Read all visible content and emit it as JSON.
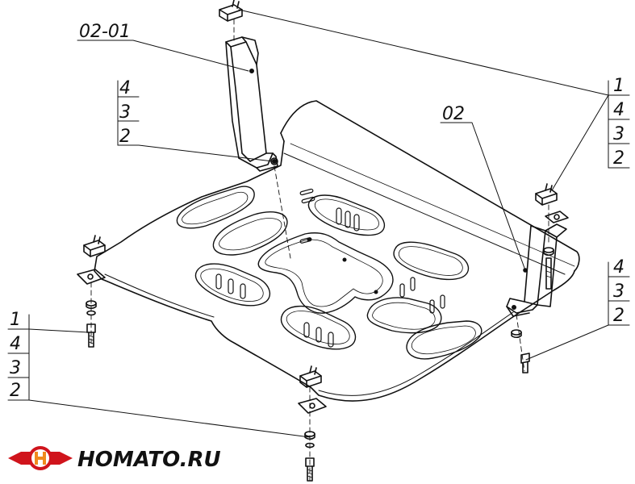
{
  "callouts": {
    "top_left_assembly": "02-01",
    "left_stack_1": "4",
    "left_stack_2": "3",
    "left_stack_3": "2",
    "right_assembly": "02",
    "right_top_1": "1",
    "right_top_2": "4",
    "right_top_3": "3",
    "right_top_4": "2",
    "right_mid_1": "4",
    "right_mid_2": "3",
    "right_mid_3": "2",
    "bottom_left_1": "1",
    "bottom_left_2": "4",
    "bottom_left_3": "3",
    "bottom_left_4": "2"
  },
  "logo": {
    "brand_text": "HOMATO.RU",
    "colors": {
      "red": "#d0141c",
      "orange": "#f08a1d",
      "dark": "#222222"
    }
  }
}
